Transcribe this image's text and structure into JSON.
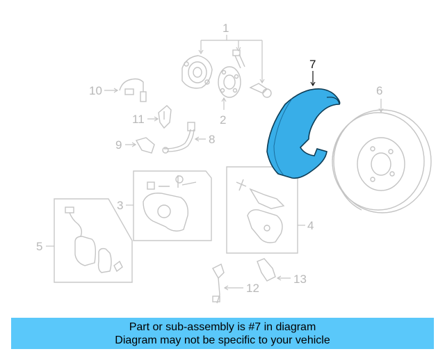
{
  "diagram": {
    "callouts": {
      "c1": "1",
      "c2": "2",
      "c3": "3",
      "c4": "4",
      "c5": "5",
      "c6": "6",
      "c7": "7",
      "c8": "8",
      "c9": "9",
      "c10": "10",
      "c11": "11",
      "c12": "12",
      "c13": "13"
    },
    "highlight_part": "7",
    "highlight_color": "#38aee8",
    "line_color": "#c4c4c4"
  },
  "banner": {
    "line1": "Part or sub-assembly is #7 in diagram",
    "line2": "Diagram may not be specific to your vehicle",
    "background": "#5ac8fa"
  }
}
